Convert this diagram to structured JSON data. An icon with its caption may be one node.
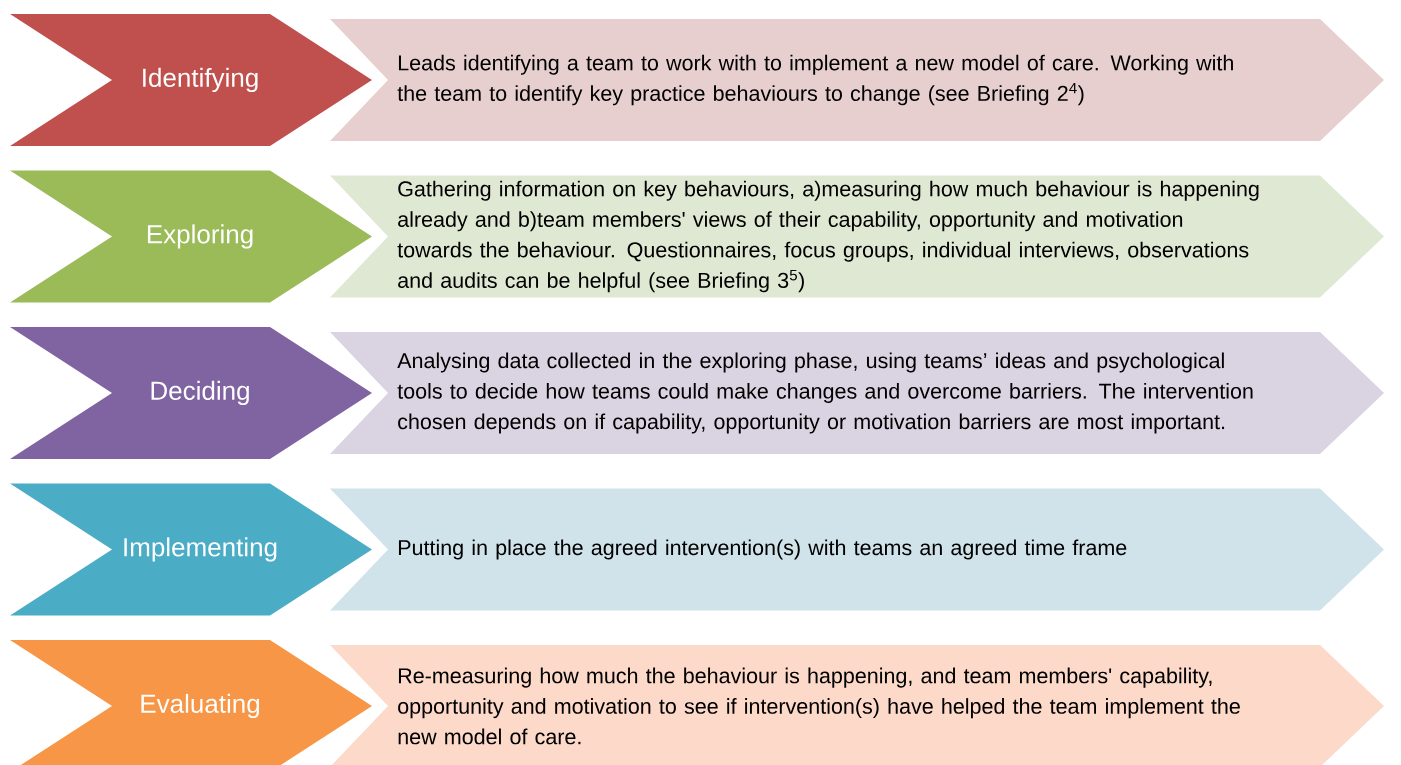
{
  "diagram": {
    "nodes": [
      {
        "text": [
          "Identifying"
        ]
      },
      {
        "text": [
          "Leads identifying a team to work with to implement a new model of care. Working with the team to identify key practice behaviours to change (see Briefing 2$^{4}$)"
        ]
      },
      {
        "text": [
          "Exploring"
        ]
      },
      {
        "text": [
          "Gathering information on key behaviours, a)measuring how much behaviour is happening already and b)team members' views of their capability, opportunity and motivation towards the behaviour. Questionnaires, focus groups, individual interviews, observations and audits can be helpful (see Briefing 3$^{5}$)"
        ]
      },
      {
        "text": [
          "Deciding"
        ]
      },
      {
        "text": [
          "Analysing data collected in the exploring phase, using teams’ ideas and psychological tools to decide how teams could make changes and overcome barriers. The intervention chosen depends on if capability, opportunity or motivation barriers are most important."
        ]
      },
      {
        "text": [
          "Implementing"
        ]
      },
      {
        "text": [
          "Putting in place the agreed intervention(s) with teams an agreed time frame"
        ]
      },
      {
        "text": [
          "Evaluating"
        ]
      },
      {
        "text": [
          "Re-measuring how much the behaviour is happening, and team members' capability, opportunity and motivation to see if intervention(s) have helped the team implement the new model of care."
        ]
      }
    ]
  }
}
